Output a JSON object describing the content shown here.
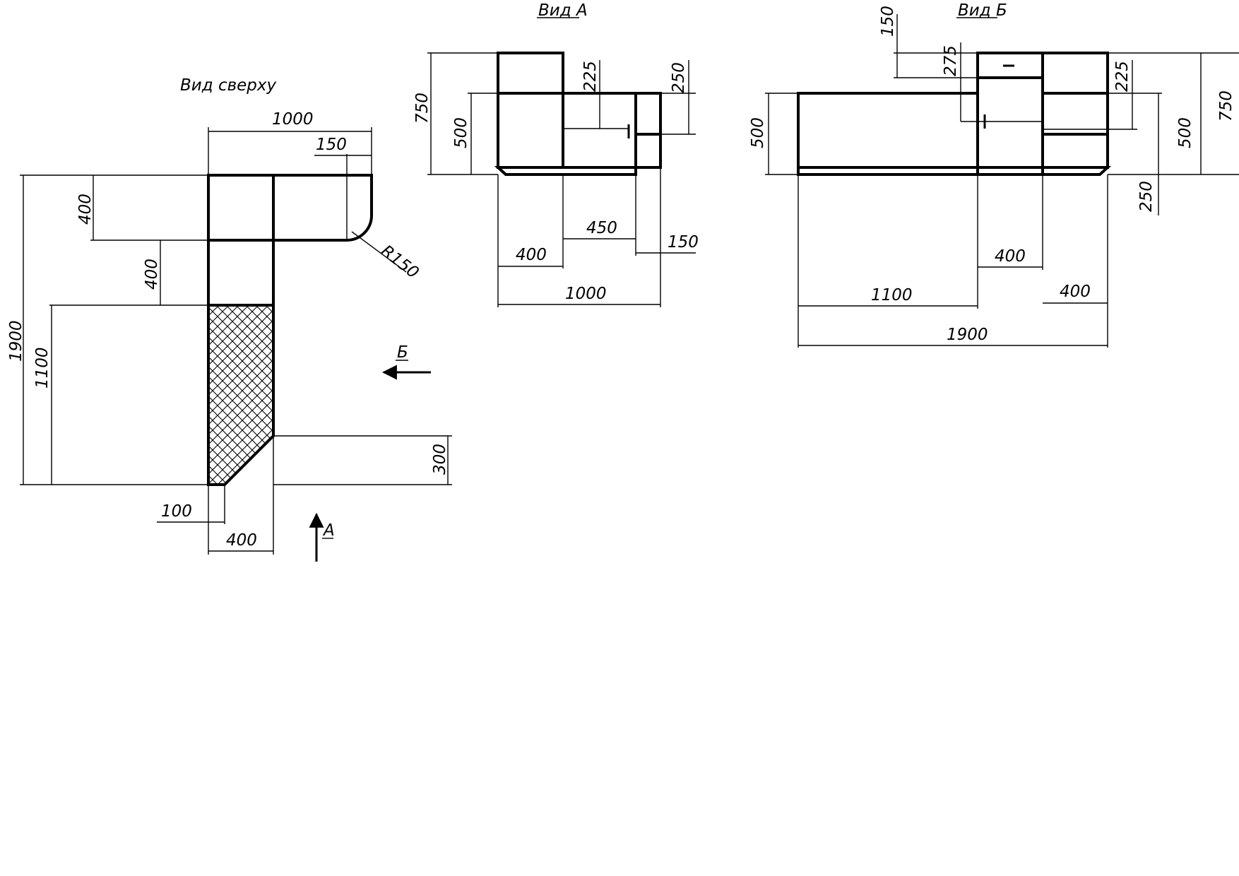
{
  "top_view": {
    "title": "Вид сверху",
    "dim_width": "1000",
    "dim_radius_offset": "150",
    "dim_radius": "R150",
    "dim_total_height": "1900",
    "dim_upper_depth": "400",
    "dim_middle_depth": "400",
    "dim_lower_length": "1100",
    "dim_chamfer_height": "300",
    "dim_bottom_offset": "100",
    "dim_bottom_width": "400",
    "arrow_b_label": "Б",
    "arrow_a_label": "А"
  },
  "view_a": {
    "title": "Вид А",
    "dim_height_750": "750",
    "dim_height_500": "500",
    "dim_drawer_225": "225",
    "dim_right_250": "250",
    "dim_450": "450",
    "dim_150": "150",
    "dim_400": "400",
    "dim_1000": "1000"
  },
  "view_b": {
    "title": "Вид Б",
    "dim_150": "150",
    "dim_275": "275",
    "dim_225": "225",
    "dim_750": "750",
    "dim_500_left": "500",
    "dim_500_right": "500",
    "dim_250": "250",
    "dim_400_mid": "400",
    "dim_400_right": "400",
    "dim_1100": "1100",
    "dim_1900": "1900"
  }
}
